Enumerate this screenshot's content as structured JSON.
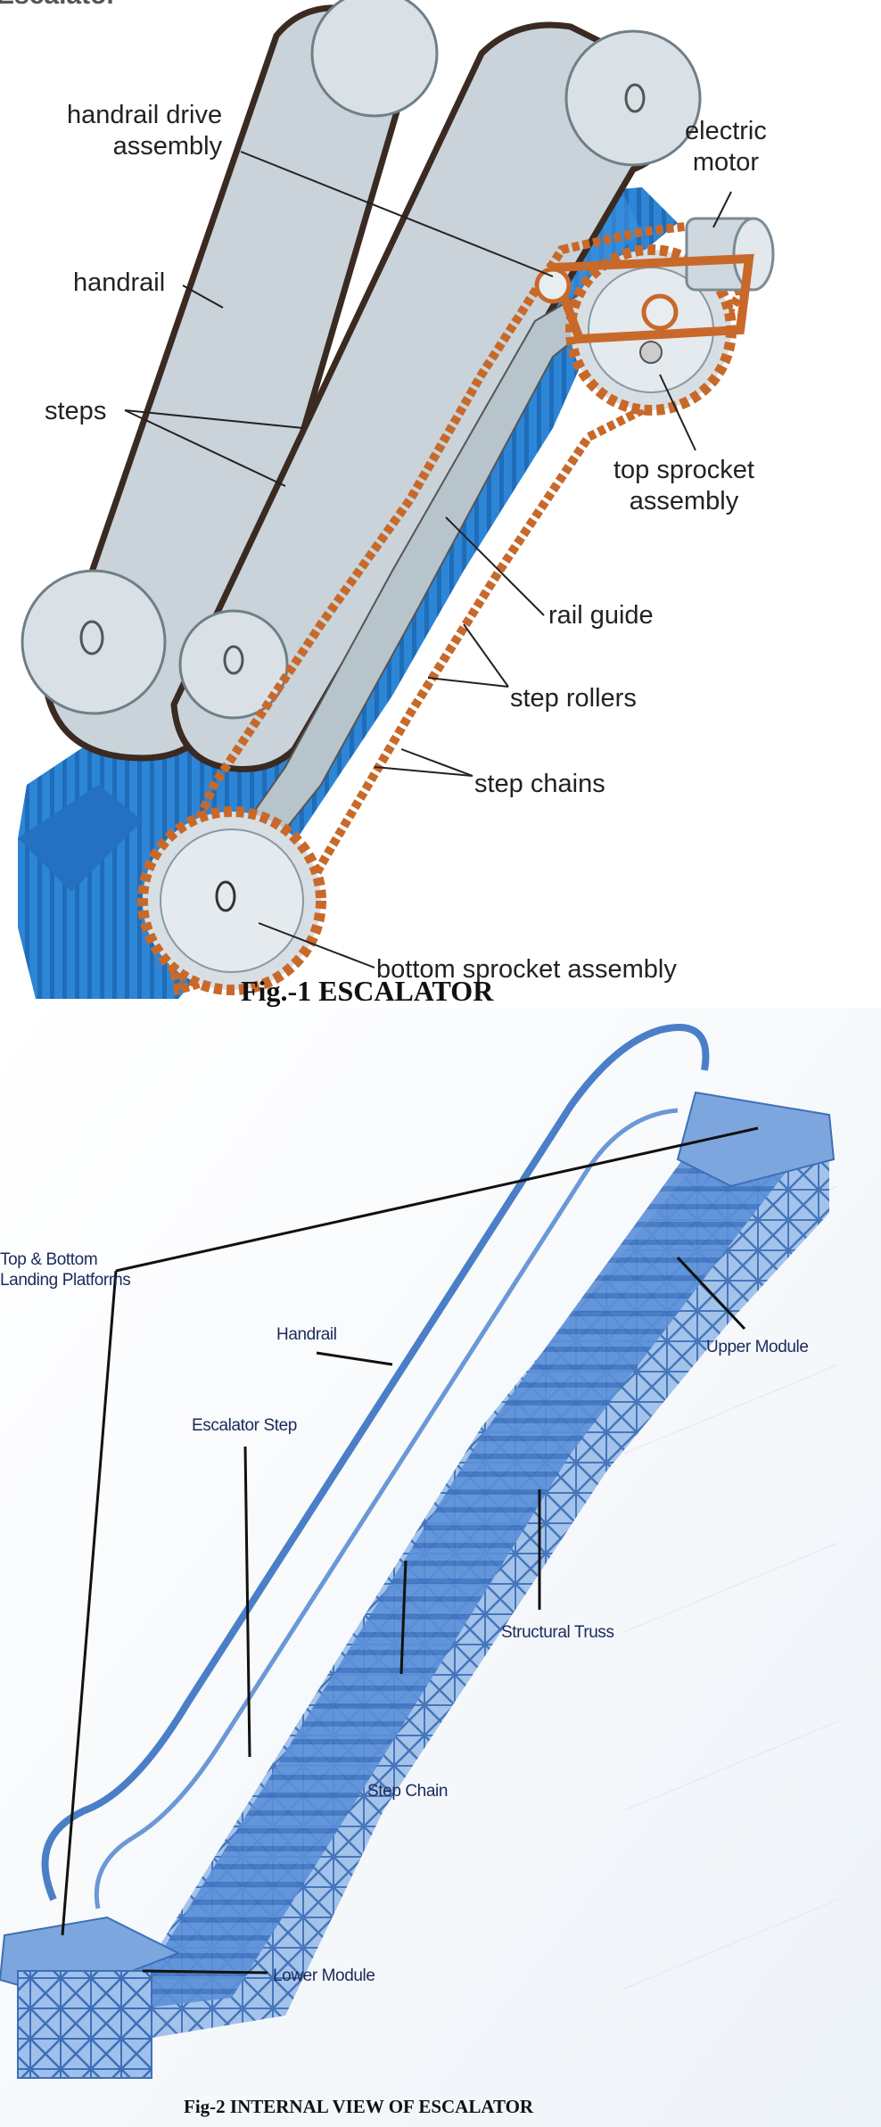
{
  "figure1": {
    "top_clipped_title": "Escalator",
    "labels": {
      "handrail_drive_assembly": "handrail drive\nassembly",
      "electric_motor": "electric\nmotor",
      "handrail": "handrail",
      "steps": "steps",
      "top_sprocket_assembly": "top sprocket\nassembly",
      "rail_guide": "rail guide",
      "step_rollers": "step rollers",
      "step_chains": "step chains",
      "bottom_sprocket_assembly": "bottom sprocket assembly"
    },
    "caption": "Fig.-1 ESCALATOR",
    "colors": {
      "steps": "#2a7fd0",
      "wheel": "#d7dfe4",
      "chain": "#c8692a",
      "belt": "#3a2a22"
    }
  },
  "figure2": {
    "labels": {
      "top_bottom_landing_platforms": "Top & Bottom\nLanding Platforms",
      "handrail": "Handrail",
      "upper_module": "Upper Module",
      "escalator_step": "Escalator Step",
      "structural_truss": "Structural Truss",
      "step_chain": "Step Chain",
      "lower_module": "Lower Module"
    },
    "caption": "Fig-2 INTERNAL VIEW OF ESCALATOR",
    "colors": {
      "body": "#5a8fd6",
      "truss": "#3d6fb8",
      "rail": "#4a7fc8"
    }
  }
}
